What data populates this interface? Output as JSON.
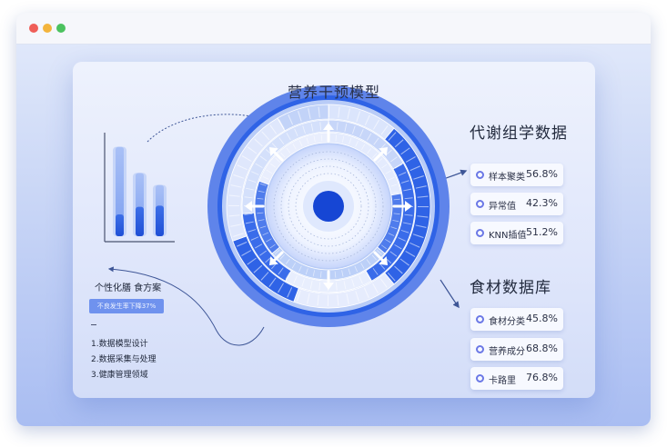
{
  "window": {
    "controls": [
      "close",
      "minimize",
      "maximize"
    ],
    "colors": {
      "close": "#ef5e58",
      "minimize": "#f3b43c",
      "maximize": "#4cc25f"
    }
  },
  "diagram": {
    "title": "营养干预模型",
    "center_icon": "hub-dot",
    "arrow_icons": [
      "arrow-up",
      "arrow-up-right",
      "arrow-right",
      "arrow-down-right",
      "arrow-down",
      "arrow-down-left",
      "arrow-left",
      "arrow-up-left"
    ],
    "accent_color": "#2f63e6"
  },
  "left_chart": {
    "type": "bar",
    "values": [
      0.82,
      0.58,
      0.47
    ],
    "fill_levels": [
      0.2,
      0.27,
      0.28
    ]
  },
  "metabolomics": {
    "title": "代谢组学数据",
    "items": [
      {
        "label": "样本聚类",
        "value": "56.8%"
      },
      {
        "label": "异常值",
        "value": "42.3%"
      },
      {
        "label": "KNN插值",
        "value": "51.2%"
      }
    ]
  },
  "food_db": {
    "title": "食材数据库",
    "items": [
      {
        "label": "食材分类",
        "value": "45.8%"
      },
      {
        "label": "营养成分",
        "value": "68.8%"
      },
      {
        "label": "卡路里",
        "value": "76.8%"
      }
    ]
  },
  "plan": {
    "title": "个性化膳 食方案",
    "badge": "不良发生率下降37%",
    "items": [
      "1.数据模型设计",
      "2.数据采集与处理",
      "3.健康管理领域"
    ]
  }
}
